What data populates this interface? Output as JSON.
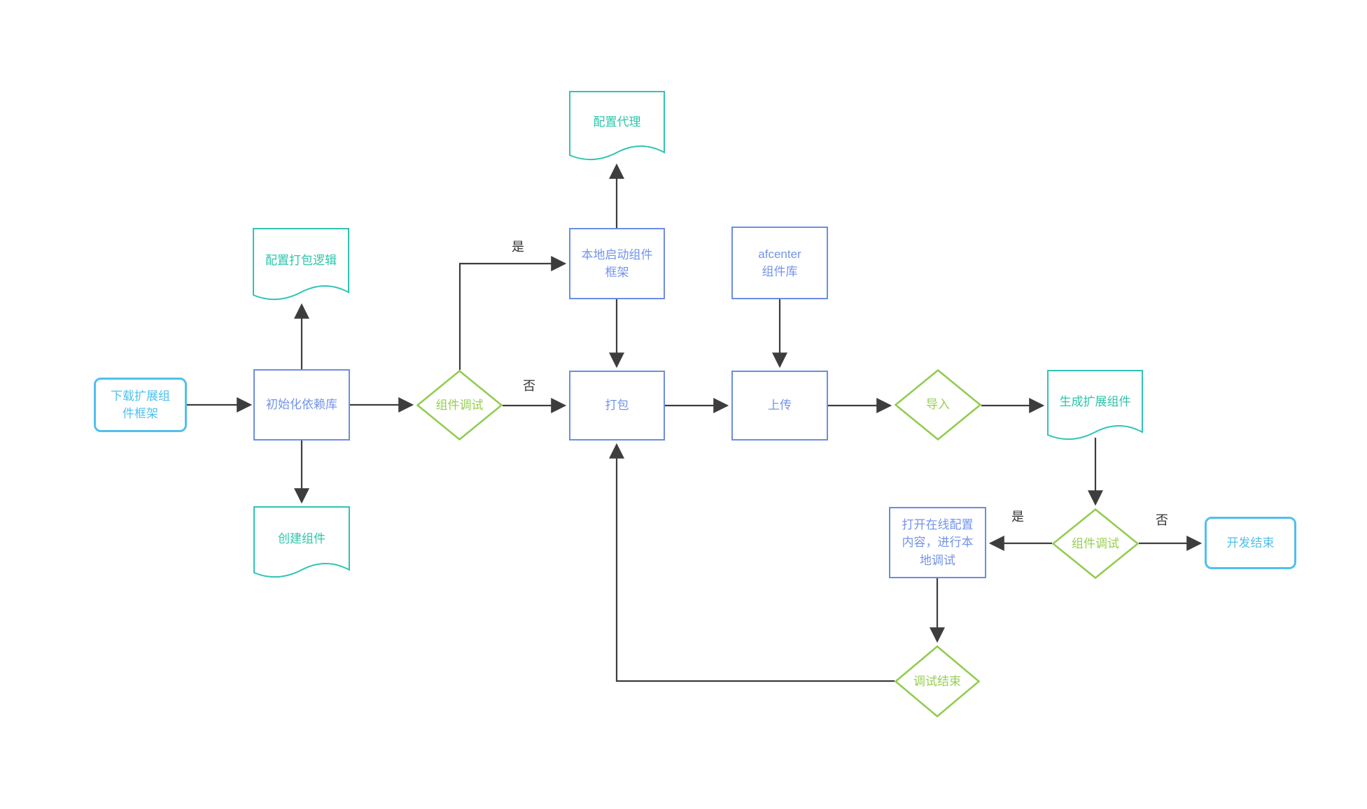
{
  "diagram": {
    "type": "flowchart",
    "background": "#ffffff"
  },
  "colors": {
    "process_blue": "#6B8DE3",
    "terminal_lightblue": "#4FC0ED",
    "document_teal": "#2EC5B2",
    "decision_green": "#8FCC4C",
    "connector_dark": "#3D3D3D",
    "edge_label_text": "#333333"
  },
  "nodes": [
    {
      "id": "download-framework",
      "shape": "rounded-rect",
      "label": "下载扩展组\n件框架"
    },
    {
      "id": "init-deps",
      "shape": "rect",
      "label": "初始化依赖库"
    },
    {
      "id": "pack-logic",
      "shape": "document",
      "label": "配置打包逻辑"
    },
    {
      "id": "create-component",
      "shape": "document",
      "label": "创建组件"
    },
    {
      "id": "component-debug-1",
      "shape": "diamond",
      "label": "组件调试"
    },
    {
      "id": "local-start-framework",
      "shape": "rect",
      "label": "本地启动组件\n框架"
    },
    {
      "id": "config-proxy",
      "shape": "document",
      "label": "配置代理"
    },
    {
      "id": "afcenter-library",
      "shape": "rect",
      "label": "afcenter\n组件库"
    },
    {
      "id": "package",
      "shape": "rect",
      "label": "打包"
    },
    {
      "id": "upload",
      "shape": "rect",
      "label": "上传"
    },
    {
      "id": "import",
      "shape": "diamond",
      "label": "导入"
    },
    {
      "id": "generate-extension",
      "shape": "document",
      "label": "生成扩展组件"
    },
    {
      "id": "component-debug-2",
      "shape": "diamond",
      "label": "组件调试"
    },
    {
      "id": "open-online-config",
      "shape": "rect",
      "label": "打开在线配置\n内容，进行本\n地调试"
    },
    {
      "id": "dev-end",
      "shape": "rounded-rect",
      "label": "开发结束"
    },
    {
      "id": "debug-end",
      "shape": "diamond",
      "label": "调试结束"
    }
  ],
  "edge_labels": [
    {
      "text": "是",
      "edge": "component-debug-1 to local-start-framework"
    },
    {
      "text": "否",
      "edge": "component-debug-1 to package"
    },
    {
      "text": "是",
      "edge": "component-debug-2 to open-online-config"
    },
    {
      "text": "否",
      "edge": "component-debug-2 to dev-end"
    }
  ]
}
